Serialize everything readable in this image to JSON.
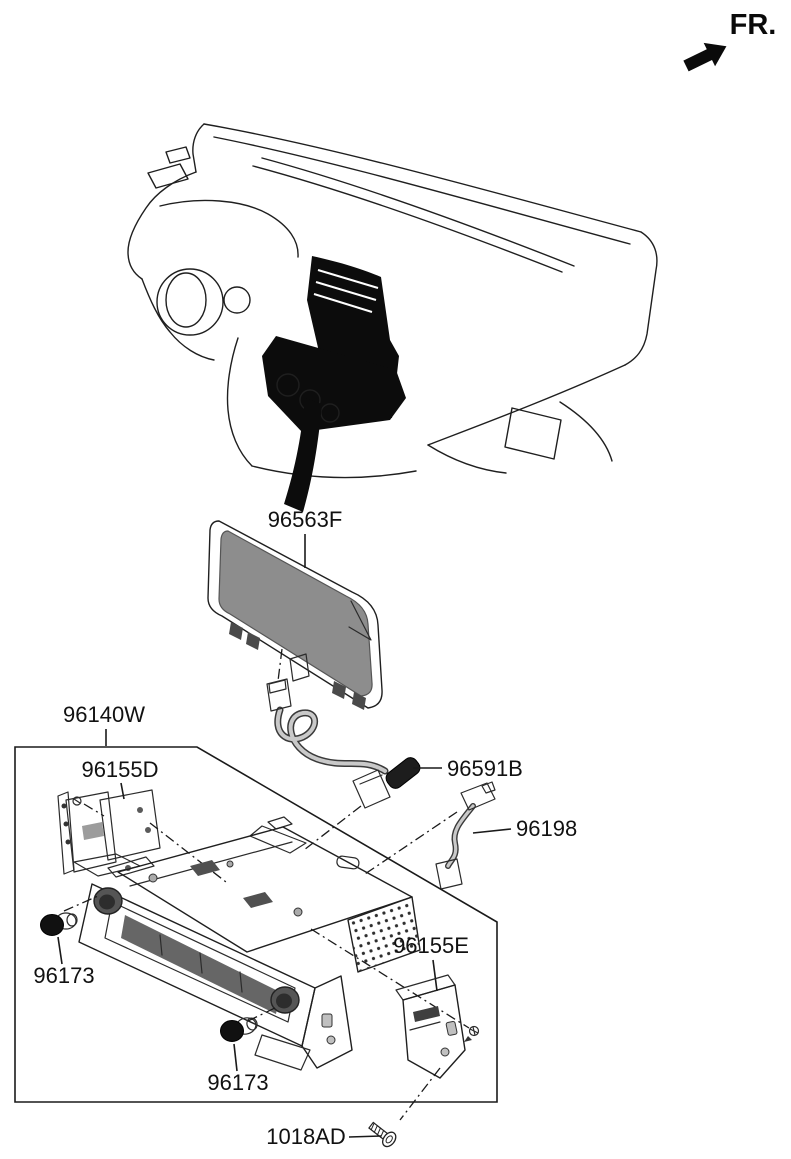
{
  "diagram": {
    "type": "exploded-parts-diagram",
    "subject": "vehicle audio / display head unit in instrument panel"
  },
  "labels": {
    "fr_indicator": "FR.",
    "display": "96563F",
    "main_assembly": "96140W",
    "bracket_left": "96155D",
    "display_cable": "96591B",
    "antenna_cable": "96198",
    "knob_left": "96173",
    "knob_bottom": "96173",
    "bracket_right": "96155E",
    "screw": "1018AD"
  },
  "colors": {
    "background": "#ffffff",
    "line": "#1f1f1f",
    "fill_dark": "#0c0c0c",
    "screen": "#8d8d8d",
    "rim": "#b8b8b8",
    "metal_light": "#9b9b9b",
    "metal_mid": "#8a8a8a",
    "metal_dark": "#5f5f5f"
  }
}
